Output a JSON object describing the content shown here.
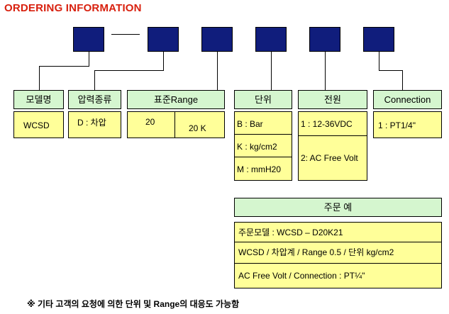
{
  "title": "ORDERING INFORMATION",
  "colors": {
    "title": "#d8200e",
    "code_box": "#101d7c",
    "header_bg": "#d5f6cf",
    "cell_bg": "#ffff99"
  },
  "headers": {
    "model": "모델명",
    "pressure_type": "압력종류",
    "standard_range": "표준Range",
    "unit": "단위",
    "power": "전원",
    "connection": "Connection"
  },
  "values": {
    "model": "WCSD",
    "pressure_type": "D : 차압",
    "range_min": "20",
    "range_max": "20 K",
    "units": [
      "B : Bar",
      "K : kg/cm2",
      "M : mmH20"
    ],
    "power": [
      "1 : 12-36VDC",
      "2: AC Free Volt"
    ],
    "connection": "1 : PT1/4\""
  },
  "example": {
    "header": "주문 예",
    "lines": [
      "주문모델 : WCSD – D20K21",
      "WCSD / 차압계 / Range 0.5  / 단위 kg/cm2",
      "AC Free Volt / Connection : PT¼\""
    ]
  },
  "footnote": "※ 기타 고객의 요청에 의한 단위 및 Range의  대응도 가능함"
}
